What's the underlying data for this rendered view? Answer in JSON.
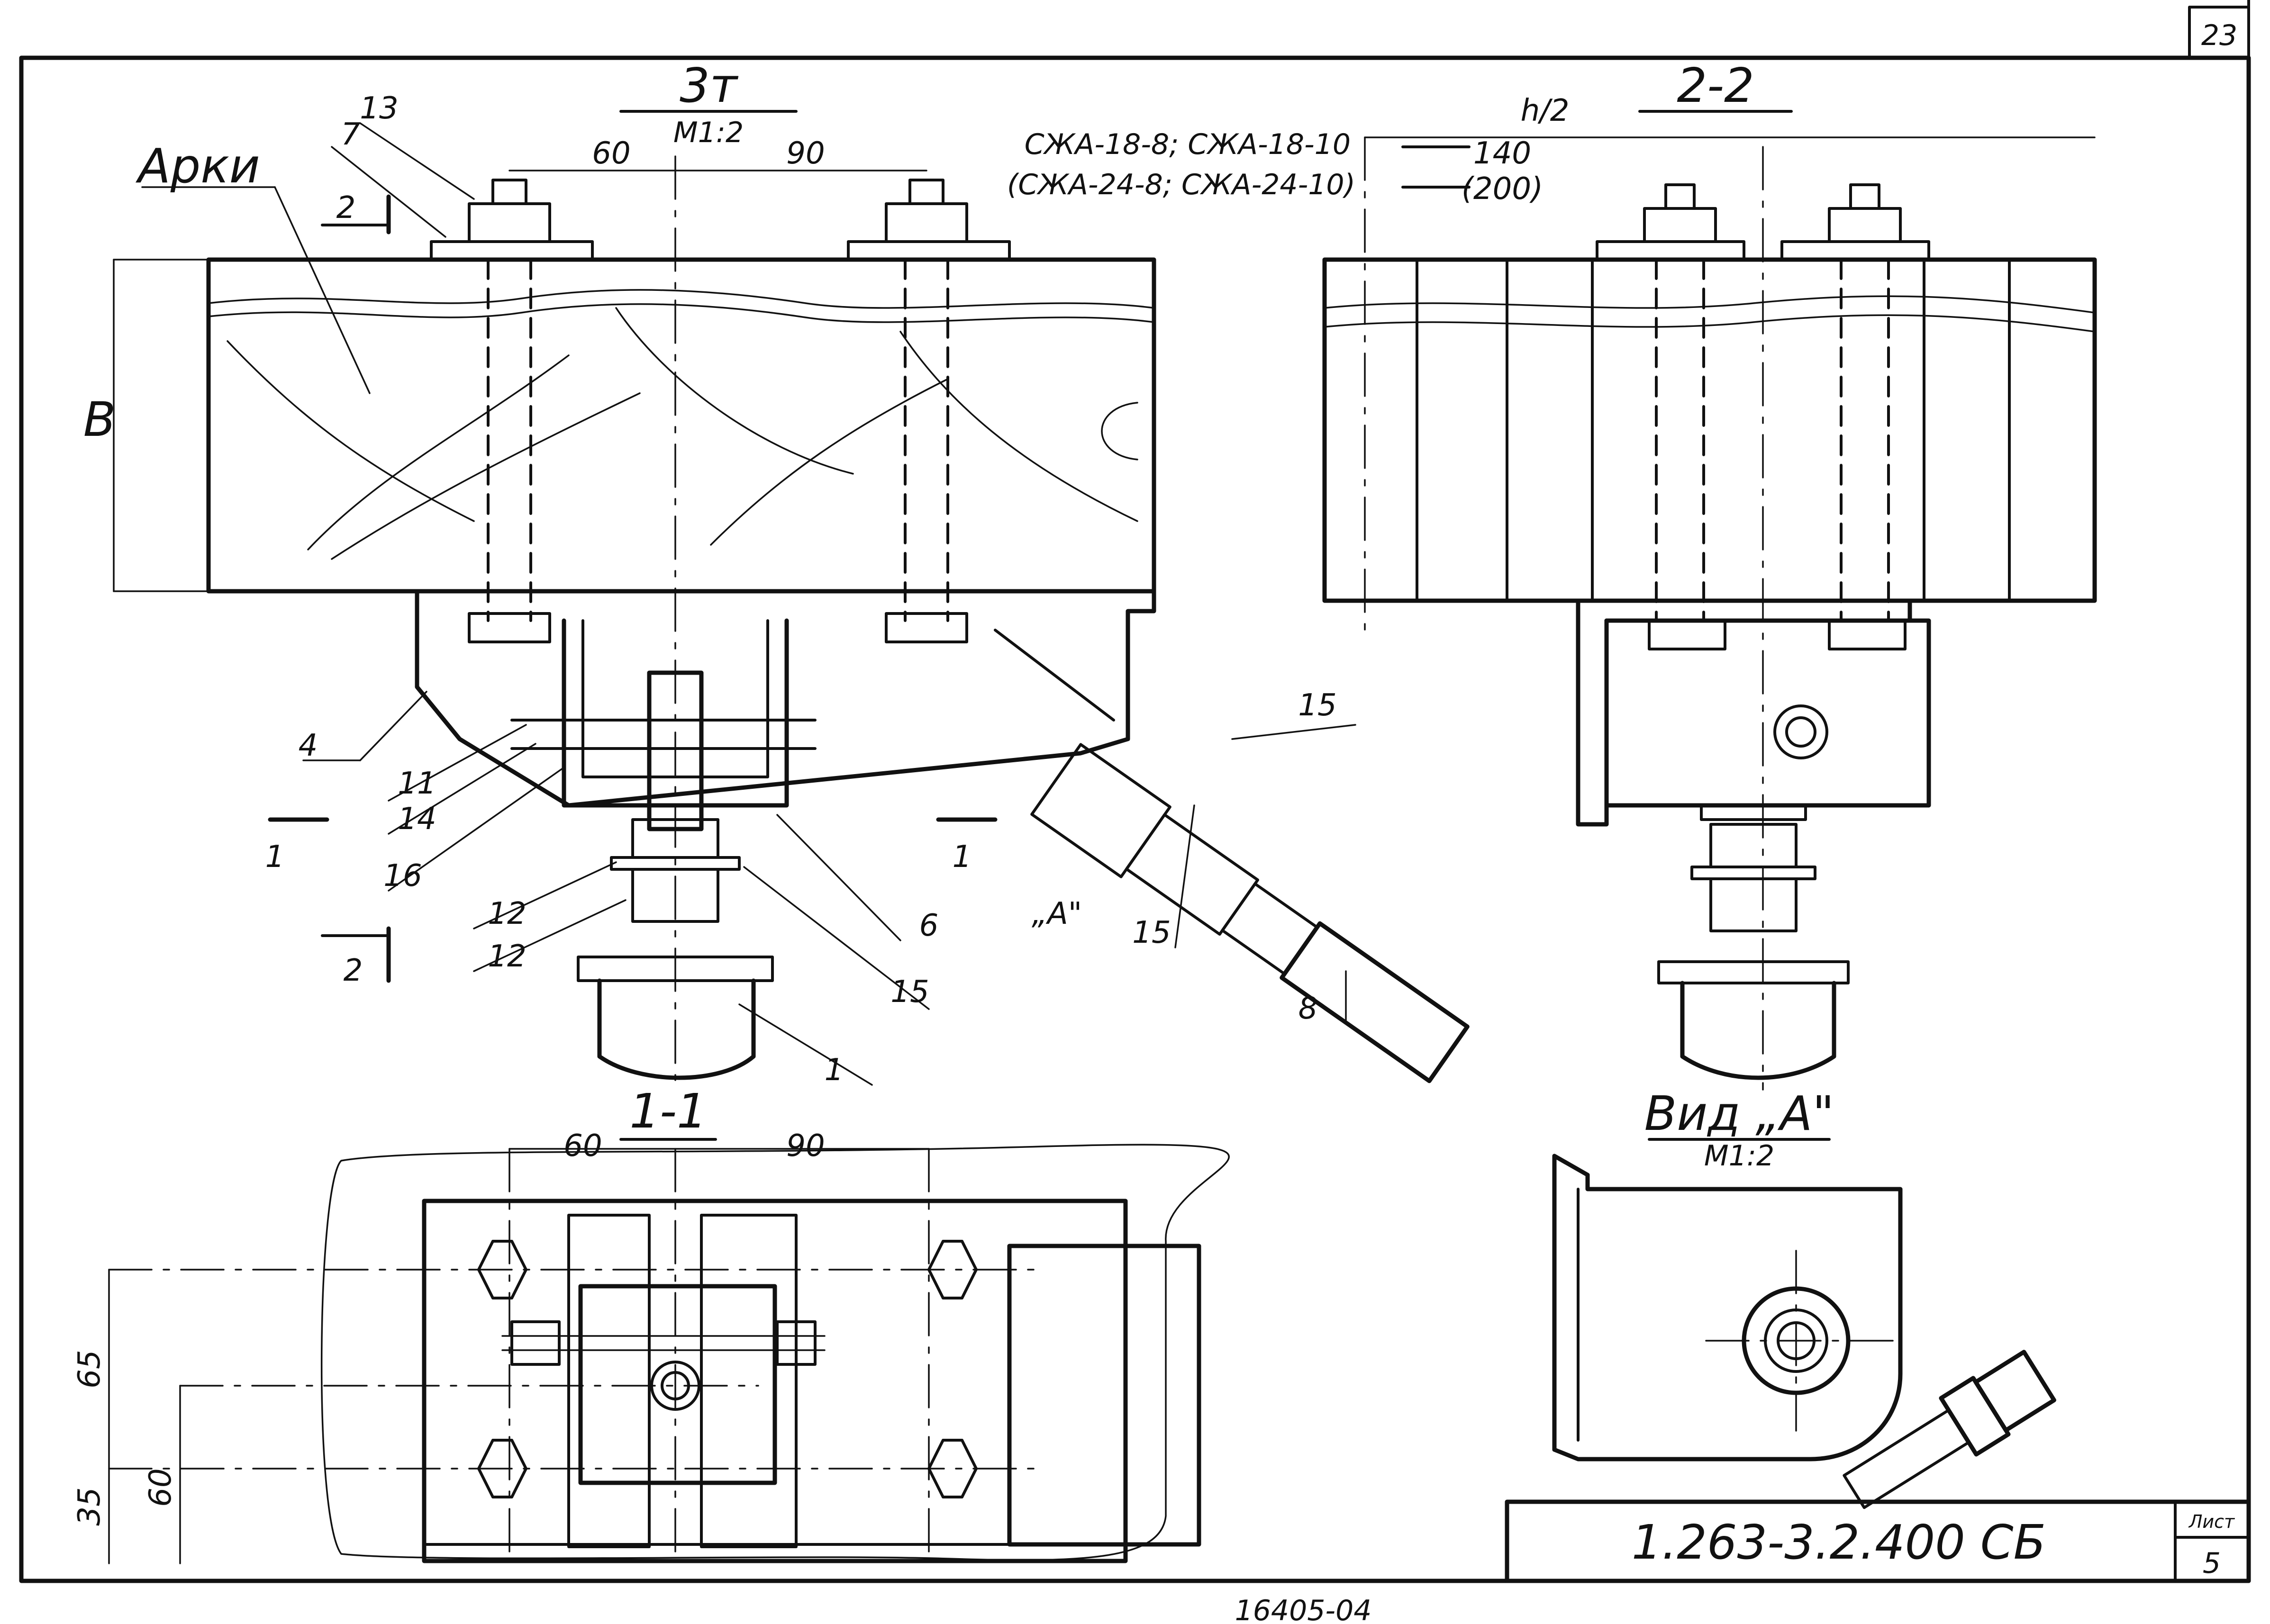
{
  "sheet": {
    "page_number": "23",
    "doc_code": "1.263-3.2.400 СБ",
    "list_label": "Лист",
    "list_number": "5",
    "bottom_note": "16405-04"
  },
  "views": {
    "main": {
      "title": "3т",
      "scale": "М1:2",
      "dim_left": "60",
      "dim_right": "90",
      "dim_height": "В",
      "arch_label": "Арки"
    },
    "section_2_2": {
      "title": "2-2",
      "dim_label": "h/2",
      "dim_value": "140",
      "dim_value_alt": "(200)",
      "codes_line1": "СЖА-18-8; СЖА-18-10",
      "codes_line2": "(СЖА-24-8; СЖА-24-10)"
    },
    "section_1_1": {
      "title": "1-1",
      "dim_left": "60",
      "dim_right": "90",
      "dim_v1": "65",
      "dim_v2": "35",
      "dim_v3": "60"
    },
    "view_a": {
      "title": "Вид „А\"",
      "scale": "М1:2",
      "arrow_label": "„А\""
    }
  },
  "callouts": {
    "c13": "13",
    "c7": "7",
    "c4": "4",
    "c11": "11",
    "c14": "14",
    "c16": "16",
    "c12a": "12",
    "c12b": "12",
    "c6": "6",
    "c15a": "15",
    "c15b": "15",
    "c15c": "15",
    "c1": "1",
    "c8": "8"
  },
  "section_marks": {
    "s1_left": "1",
    "s1_right": "1",
    "s2_top": "2",
    "s2_bottom": "2"
  }
}
